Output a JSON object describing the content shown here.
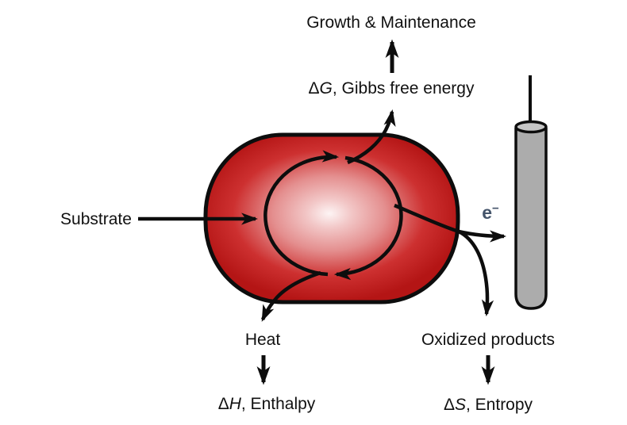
{
  "diagram": {
    "labels": {
      "growth": "Growth & Maintenance",
      "gibbs": {
        "delta": "Δ",
        "symbol": "G",
        "rest": ", Gibbs free energy"
      },
      "substrate": "Substrate",
      "electron": {
        "base": "e",
        "sup": "−"
      },
      "heat": "Heat",
      "enthalpy": {
        "delta": "Δ",
        "symbol": "H",
        "rest": ", Enthalpy"
      },
      "oxidized": "Oxidized products",
      "entropy": {
        "delta": "Δ",
        "symbol": "S",
        "rest": ", Entropy"
      }
    },
    "colors": {
      "background": "#ffffff",
      "arrow": "#0d0d0d",
      "cell_outline": "#0d0d0d",
      "cell_center": "#fdf4f4",
      "cell_pink": "#f2c6c6",
      "cell_mid": "#e48f8f",
      "cell_red": "#cd3030",
      "cell_edge": "#b41515",
      "electron_text": "#44546a",
      "electrode_fill": "#acacac",
      "electrode_top_fill": "#c6c6c6",
      "electrode_outline": "#0d0d0d"
    }
  }
}
